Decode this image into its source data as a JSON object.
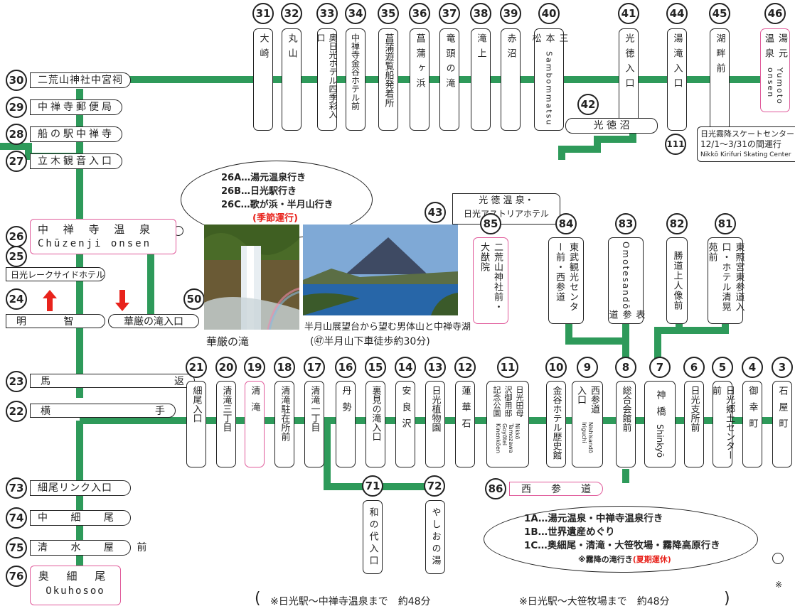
{
  "top_stops": [
    {
      "num": "31",
      "name": "大崎"
    },
    {
      "num": "32",
      "name": "丸山"
    },
    {
      "num": "33",
      "name": "奥日光ホテル四季彩入口"
    },
    {
      "num": "34",
      "name": "中禅寺金谷ホテル前"
    },
    {
      "num": "35",
      "name": "菖蒲遊覧船発着所"
    },
    {
      "num": "36",
      "name": "菖蒲ヶ浜"
    },
    {
      "num": "37",
      "name": "竜頭の滝"
    },
    {
      "num": "38",
      "name": "滝上"
    },
    {
      "num": "39",
      "name": "赤沼"
    },
    {
      "num": "40",
      "name": "三本松",
      "sub": "Sambommatsu"
    },
    {
      "num": "41",
      "name": "光徳入口"
    },
    {
      "num": "44",
      "name": "湯滝入口"
    },
    {
      "num": "45",
      "name": "湖畔前"
    },
    {
      "num": "46",
      "name": "湯元温泉",
      "sub": "Yumoto onsen"
    }
  ],
  "stop_42": {
    "num": "42",
    "name": "光 徳 沼"
  },
  "stop_43": {
    "num": "43",
    "line1": "光 徳 温 泉・",
    "line2": "日光アストリアホテル"
  },
  "stop_111": {
    "num": "111",
    "line1": "日光霧降スケートセンター",
    "line2": "12/1〜3/31の間運行",
    "line3": "Nikkō Kirifuri Skating Center"
  },
  "left_stops": [
    {
      "num": "30",
      "name": "二荒山神社中宮祠"
    },
    {
      "num": "29",
      "name": "中禅寺郵便局"
    },
    {
      "num": "28",
      "name": "船の駅中禅寺"
    },
    {
      "num": "27",
      "name": "立木観音入口"
    }
  ],
  "stop_26": {
    "num": "26",
    "name": "中 禅 寺 温 泉",
    "sub": "Chūzenji onsen"
  },
  "stop_25": {
    "num": "25",
    "name": "日光レークサイドホテル"
  },
  "stop_24": {
    "num": "24",
    "name": "明 智 平"
  },
  "stop_50": {
    "num": "50",
    "name": "華厳の滝入口"
  },
  "stop_23": {
    "num": "23",
    "name": "馬",
    "name2": "返"
  },
  "stop_22": {
    "num": "22",
    "name": "横",
    "name2": "手"
  },
  "lower_left": [
    {
      "num": "73",
      "name": "細尾リンク入口"
    },
    {
      "num": "74",
      "name": "中 細 尾"
    },
    {
      "num": "75",
      "name": "清 水 屋 前"
    }
  ],
  "stop_76": {
    "num": "76",
    "name": "奥 細 尾",
    "sub": "Okuhosoo"
  },
  "bubble_26": {
    "l1": "26A…湯元温泉行き",
    "l2": "26B…日光駅行き",
    "l3": "26C…歌が浜・半月山行き",
    "l4": "(季節運行)"
  },
  "photo1_caption": "華厳の滝",
  "photo2_caption": "半月山展望台から望む男体山と中禅寺湖",
  "photo2_caption2": "(㊼半月山下車徒歩約30分)",
  "mid_stops": [
    {
      "num": "85",
      "name": "二荒山神社前・大猷院"
    },
    {
      "num": "84",
      "name": "東武観光センター前・西参道"
    },
    {
      "num": "83",
      "name": "表参道",
      "sub": "Omotesandō"
    },
    {
      "num": "82",
      "name": "勝道上人像前"
    },
    {
      "num": "81",
      "name": "東照宮東参道入口・ホテル清晃苑前"
    }
  ],
  "bottom_stops": [
    {
      "num": "21",
      "name": "細尾入口"
    },
    {
      "num": "20",
      "name": "清滝三丁目"
    },
    {
      "num": "19",
      "name": "清滝"
    },
    {
      "num": "18",
      "name": "清滝駐在所前"
    },
    {
      "num": "17",
      "name": "清滝一丁目"
    },
    {
      "num": "16",
      "name": "丹勢"
    },
    {
      "num": "15",
      "name": "裏見の滝入口"
    },
    {
      "num": "14",
      "name": "安良沢"
    },
    {
      "num": "13",
      "name": "日光植物園"
    },
    {
      "num": "12",
      "name": "蓮華石"
    },
    {
      "num": "11",
      "name": "日光田母沢御用邸記念公園",
      "sub": "Nikkō Tamozawa Goyōtei Kinenkōen"
    },
    {
      "num": "10",
      "name": "金谷ホテル歴史館"
    },
    {
      "num": "9",
      "name": "西参道入口",
      "sub": "Nishisandō Iriguchi"
    },
    {
      "num": "8",
      "name": "総合会館前"
    },
    {
      "num": "7",
      "name": "神橋",
      "sub": "Shinkyō"
    },
    {
      "num": "6",
      "name": "日光支所前"
    },
    {
      "num": "5",
      "name": "日光郷土センター前"
    },
    {
      "num": "4",
      "name": "御幸町"
    },
    {
      "num": "3",
      "name": "石屋町"
    }
  ],
  "stop_71": {
    "num": "71",
    "name": "和の代入口"
  },
  "stop_72": {
    "num": "72",
    "name": "やしおの湯"
  },
  "stop_86": {
    "num": "86",
    "name": "西　　参　　道"
  },
  "bubble_1": {
    "l1": "1A…湯元温泉・中禅寺温泉行き",
    "l2": "1B…世界遺産めぐり",
    "l3": "1C…奥細尾・清滝・大笹牧場・霧降高原行き",
    "l4a": "※霧降の滝行き",
    "l4b": "(夏期運休)"
  },
  "footnote": {
    "a": "※日光駅〜中禅寺温泉まで　約48分",
    "b": "※日光駅〜大笹牧場まで　約48分",
    "c": "※"
  },
  "colors": {
    "line": "#2e9a5a",
    "accent": "#e05a9a",
    "red": "#e8231c"
  }
}
